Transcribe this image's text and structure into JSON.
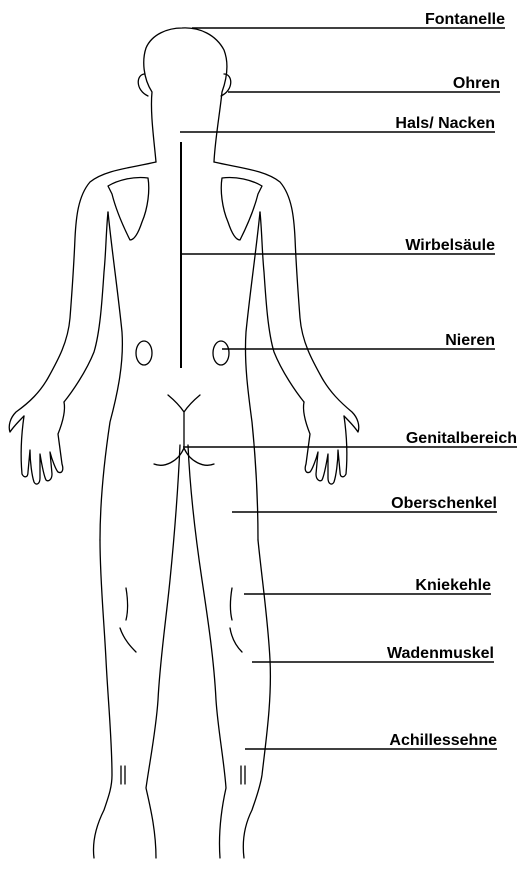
{
  "labels": {
    "fontanelle": "Fontanelle",
    "ohren": "Ohren",
    "hals_nacken": "Hals/ Nacken",
    "wirbelsaeule": "Wirbelsäule",
    "nieren": "Nieren",
    "genitalbereich": "Genitalbereich",
    "oberschenkel": "Oberschenkel",
    "kniekehle": "Kniekehle",
    "wadenmuskel": "Wadenmuskel",
    "achillessehne": "Achillessehne"
  }
}
